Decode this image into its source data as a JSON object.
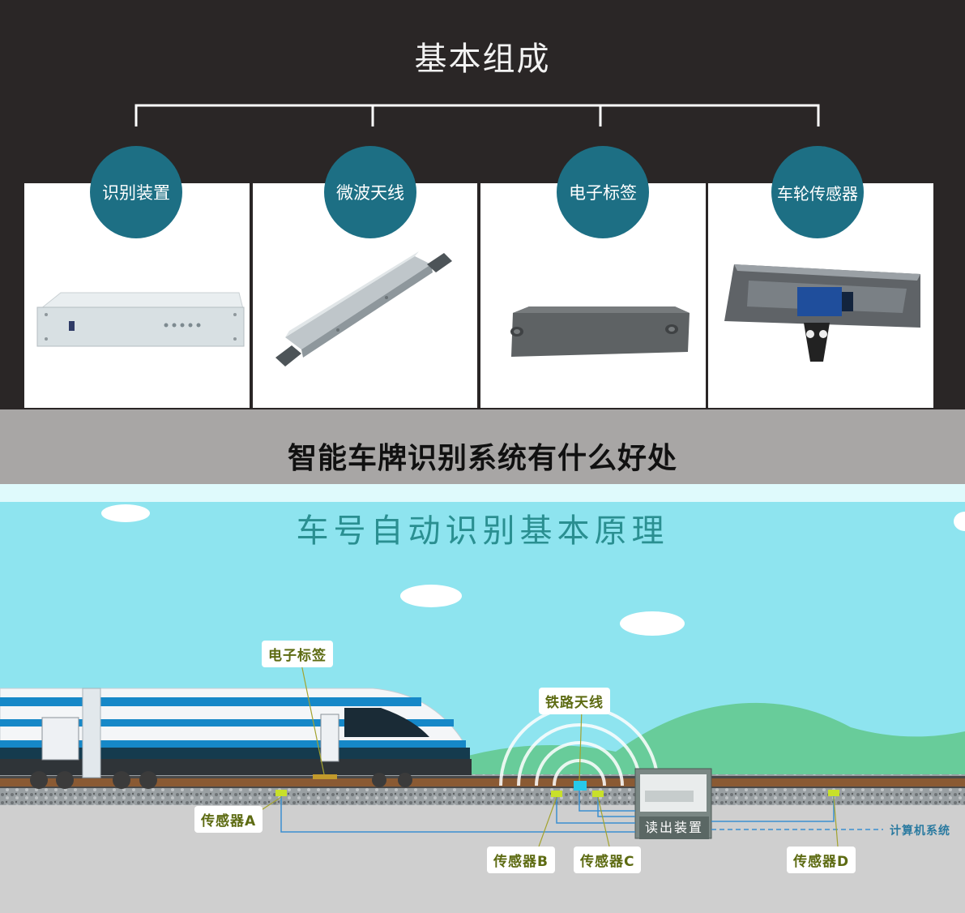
{
  "top": {
    "title": "基本组成",
    "components": [
      {
        "label": "识别装置"
      },
      {
        "label": "微波天线"
      },
      {
        "label": "电子标签"
      },
      {
        "label": "车轮传感器"
      }
    ]
  },
  "band": {
    "title": "智能车牌识别系统有什么好处"
  },
  "diagram": {
    "title": "车号自动识别基本原理",
    "labels": {
      "tag": "电子标签",
      "antenna": "铁路天线",
      "sensor_a": "传感器A",
      "sensor_b": "传感器B",
      "sensor_c": "传感器C",
      "sensor_d": "传感器D",
      "reader": "读出装置",
      "computer": "计算机系统"
    }
  },
  "colors": {
    "dark_bg": "#2a2626",
    "circle": "#1d6f84",
    "band": "#a8a6a5",
    "sky": "#8ee4ef",
    "title_teal": "#2a8f91",
    "label_text": "#5d6b12",
    "wire": "#3b8fd0",
    "sensor": "#c8e02a"
  }
}
